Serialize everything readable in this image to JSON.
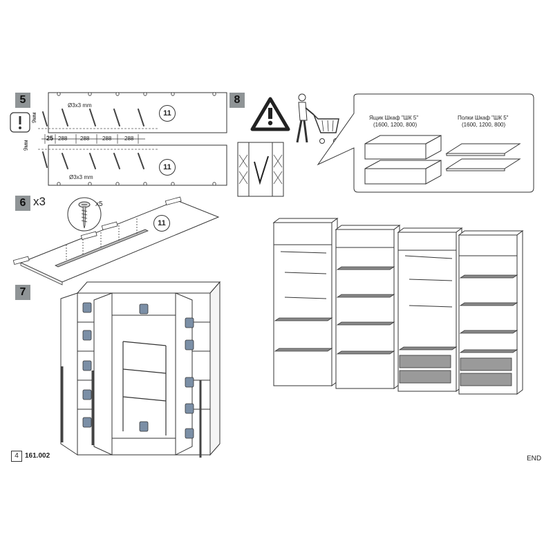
{
  "steps": {
    "s5": "5",
    "s6": "6",
    "s7": "7",
    "s8": "8"
  },
  "step5": {
    "hole_label_top": "Ø3x3 mm",
    "hole_label_bottom": "Ø3x3 mm",
    "part_top": "11",
    "part_bottom": "11",
    "dim_vertical_top": "9мм",
    "dim_vertical_bottom": "9мм",
    "dim_first": "25",
    "dim_spacing": [
      "288",
      "288",
      "288",
      "288"
    ]
  },
  "step6": {
    "multiplier": "x3",
    "screw_count": "x5",
    "part": "11"
  },
  "step8": {
    "drawer_title": "Ящик Шкаф \"ШК 5\"",
    "drawer_sizes": "(1600, 1200, 800)",
    "shelf_title": "Полки Шкаф \"ШК 5\"",
    "shelf_sizes": "(1600, 1200, 800)"
  },
  "footer": {
    "page": "4",
    "code": "161.002",
    "end": "END"
  },
  "colors": {
    "badge_gray": "#8f9496",
    "line": "#333333",
    "shelf_fill": "#8a8a8a",
    "bin_fill": "#7b8fa6"
  }
}
